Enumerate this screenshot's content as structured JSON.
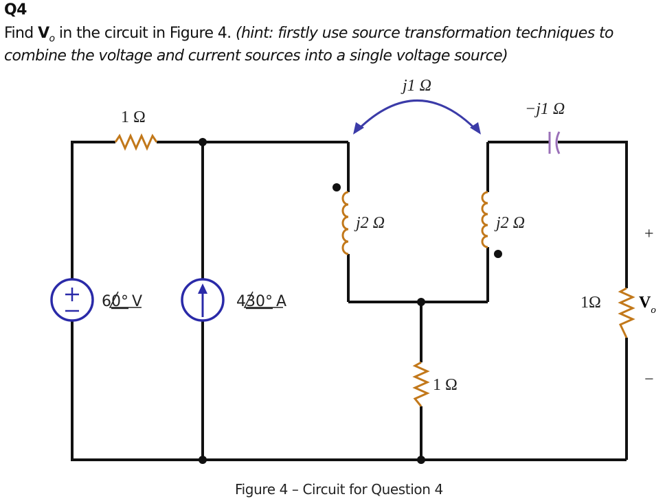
{
  "question": {
    "number": "Q4",
    "prefix": "Find ",
    "variable": "V",
    "variable_sub": "o",
    "main": " in the circuit in Figure 4. ",
    "hint_line1": "(hint: firstly use source transformation techniques to",
    "hint_line2": "combine the voltage and current sources into a single voltage source)"
  },
  "circuit": {
    "mutual_inductance": "j1 Ω",
    "series_resistor": "1 Ω",
    "capacitor": "−j1 Ω",
    "left_inductor": "j2 Ω",
    "right_inductor": "j2 Ω",
    "voltage_source": {
      "magnitude": "6",
      "angle": "0°",
      "unit": "V"
    },
    "current_source": {
      "magnitude": "4",
      "angle": "30°",
      "unit": "A"
    },
    "shunt_resistor": "1 Ω",
    "load_resistor": "1Ω",
    "output": {
      "label": "V",
      "sub": "o",
      "plus": "+",
      "minus": "−"
    }
  },
  "caption": "Figure 4 – Circuit for Question 4",
  "colors": {
    "wire": "#111111",
    "source": "#2a2aa8",
    "resistor": "#c2781a",
    "inductor": "#c2781a",
    "capacitor": "#9a70b8",
    "arrow": "#3b3ba8"
  }
}
